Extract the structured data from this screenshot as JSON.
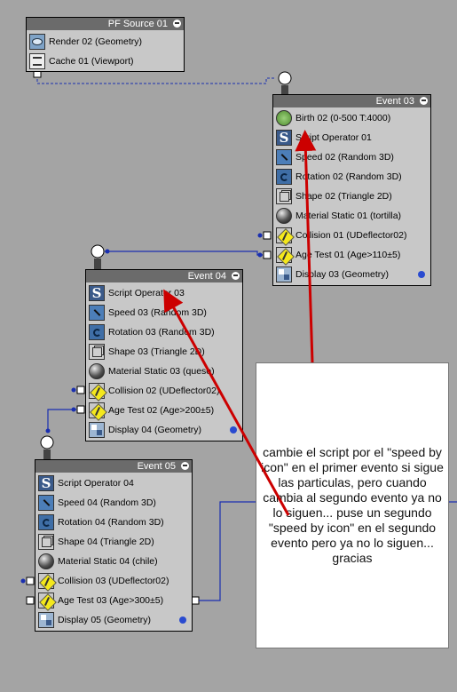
{
  "pf_source": {
    "title": "PF Source 01",
    "items": [
      {
        "label": "Render 02 (Geometry)",
        "icon": "render-icon"
      },
      {
        "label": "Cache 01 (Viewport)",
        "icon": "cache-icon"
      }
    ]
  },
  "event03": {
    "title": "Event 03",
    "items": [
      {
        "label": "Birth 02 (0-500 T:4000)",
        "icon": "birth-icon"
      },
      {
        "label": "Script Operator 01",
        "icon": "script-icon"
      },
      {
        "label": "Speed 02 (Random 3D)",
        "icon": "speed-icon"
      },
      {
        "label": "Rotation 02 (Random 3D)",
        "icon": "rotation-icon"
      },
      {
        "label": "Shape 02 (Triangle 2D)",
        "icon": "shape-icon"
      },
      {
        "label": "Material Static 01 (tortilla)",
        "icon": "material-icon"
      },
      {
        "label": "Collision 01 (UDeflector02)",
        "icon": "collision-icon"
      },
      {
        "label": "Age Test 01 (Age>110±5)",
        "icon": "agetest-icon"
      },
      {
        "label": "Display 03 (Geometry)",
        "icon": "display-icon"
      }
    ]
  },
  "event04": {
    "title": "Event 04",
    "items": [
      {
        "label": "Script Operator 03",
        "icon": "script-icon"
      },
      {
        "label": "Speed 03 (Random 3D)",
        "icon": "speed-icon"
      },
      {
        "label": "Rotation 03 (Random 3D)",
        "icon": "rotation-icon"
      },
      {
        "label": "Shape 03 (Triangle 2D)",
        "icon": "shape-icon"
      },
      {
        "label": "Material Static 03 (queso)",
        "icon": "material-icon"
      },
      {
        "label": "Collision 02 (UDeflector02)",
        "icon": "collision-icon"
      },
      {
        "label": "Age Test 02 (Age>200±5)",
        "icon": "agetest-icon"
      },
      {
        "label": "Display 04 (Geometry)",
        "icon": "display-icon"
      }
    ]
  },
  "event05": {
    "title": "Event 05",
    "items": [
      {
        "label": "Script Operator 04",
        "icon": "script-icon"
      },
      {
        "label": "Speed 04 (Random 3D)",
        "icon": "speed-icon"
      },
      {
        "label": "Rotation 04 (Random 3D)",
        "icon": "rotation-icon"
      },
      {
        "label": "Shape 04 (Triangle 2D)",
        "icon": "shape-icon"
      },
      {
        "label": "Material Static 04 (chile)",
        "icon": "material-icon"
      },
      {
        "label": "Collision 03 (UDeflector02)",
        "icon": "collision-icon"
      },
      {
        "label": "Age Test 03 (Age>300±5)",
        "icon": "agetest-icon"
      },
      {
        "label": "Display 05 (Geometry)",
        "icon": "display-icon"
      }
    ]
  },
  "callout": {
    "text": "cambie el script por el \"speed by icon\" en el primer evento si sigue las particulas, pero cuando cambia al segundo evento ya no lo siguen... puse un segundo \"speed by icon\" en el segundo evento pero ya no lo siguen... gracias"
  },
  "colors": {
    "background": "#a4a4a4",
    "node_body": "#c8c8c8",
    "title_bar": "#6b6b6b",
    "wire": "#1a2fb0",
    "annotation_arrow": "#cc0000"
  }
}
